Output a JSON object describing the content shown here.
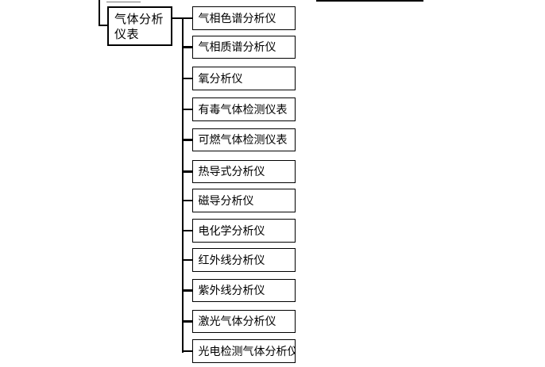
{
  "page": {
    "background": "#ffffff",
    "line_color": "#000000",
    "text_color": "#000000"
  },
  "tree": {
    "root": {
      "label": "气体分析仪表"
    },
    "children": [
      {
        "label": "气相色谱分析仪"
      },
      {
        "label": "气相质谱分析仪"
      },
      {
        "label": "氧分析仪"
      },
      {
        "label": "有毒气体检测仪表"
      },
      {
        "label": "可燃气体检测仪表"
      },
      {
        "label": "热导式分析仪"
      },
      {
        "label": "磁导分析仪"
      },
      {
        "label": "电化学分析仪"
      },
      {
        "label": "红外线分析仪"
      },
      {
        "label": "紫外线分析仪"
      },
      {
        "label": "激光气体分析仪"
      },
      {
        "label": "光电检测气体分析仪"
      }
    ]
  }
}
